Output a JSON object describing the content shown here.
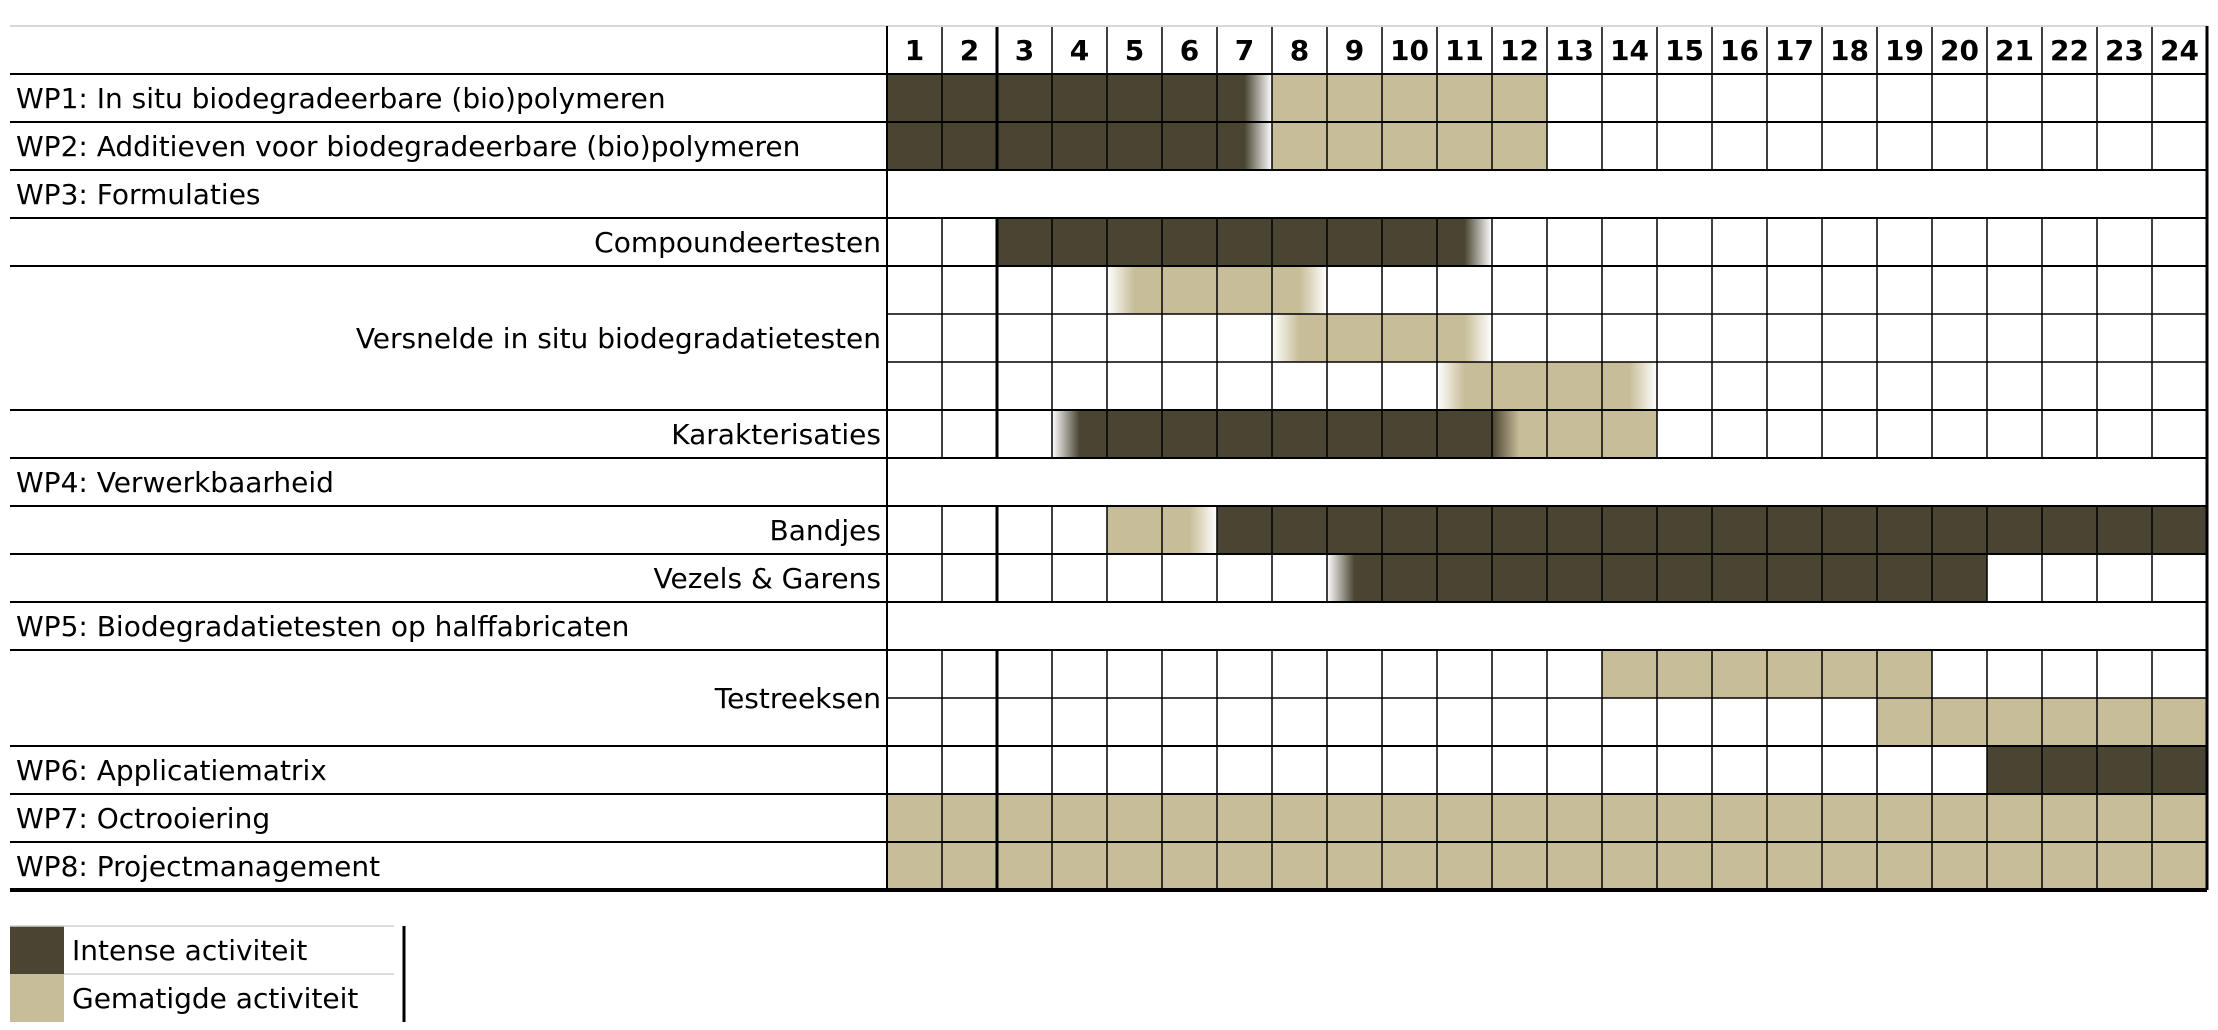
{
  "chart_data": {
    "type": "table",
    "months": [
      "1",
      "2",
      "3",
      "4",
      "5",
      "6",
      "7",
      "8",
      "9",
      "10",
      "11",
      "12",
      "13",
      "14",
      "15",
      "16",
      "17",
      "18",
      "19",
      "20",
      "21",
      "22",
      "23",
      "24"
    ],
    "rows": [
      {
        "label": "WP1: In situ biodegradeerbare (bio)polymeren",
        "align": "left",
        "group": true,
        "bars": [
          {
            "line": 0,
            "start": 1,
            "end": 7,
            "level": "intense",
            "fade_end": true
          },
          {
            "line": 0,
            "start": 8,
            "end": 12,
            "level": "moderate"
          }
        ]
      },
      {
        "label": "WP2: Additieven voor biodegradeerbare (bio)polymeren",
        "align": "left",
        "group": true,
        "bars": [
          {
            "line": 0,
            "start": 1,
            "end": 7,
            "level": "intense",
            "fade_end": true
          },
          {
            "line": 0,
            "start": 8,
            "end": 12,
            "level": "moderate"
          }
        ]
      },
      {
        "label": "WP3: Formulaties",
        "align": "left",
        "group": true,
        "header": true,
        "bars": []
      },
      {
        "label": "Compoundeertesten",
        "align": "right",
        "bars": [
          {
            "line": 0,
            "start": 3,
            "end": 11,
            "level": "intense",
            "fade_end": true
          }
        ]
      },
      {
        "label": "Versnelde in situ biodegradatietesten",
        "align": "right",
        "lines": 3,
        "bars": [
          {
            "line": 0,
            "start": 5,
            "end": 8,
            "level": "moderate",
            "fade_start": true,
            "fade_end": true
          },
          {
            "line": 1,
            "start": 8,
            "end": 11,
            "level": "moderate",
            "fade_start": true,
            "fade_end": true
          },
          {
            "line": 2,
            "start": 11,
            "end": 14,
            "level": "moderate",
            "fade_start": true,
            "fade_end": true
          }
        ]
      },
      {
        "label": "Karakterisaties",
        "align": "right",
        "bars": [
          {
            "line": 0,
            "start": 4,
            "end": 12,
            "level": "intense",
            "fade_start": true
          },
          {
            "line": 0,
            "start": 12,
            "end": 14,
            "level": "moderate",
            "fade_start": true
          }
        ]
      },
      {
        "label": "WP4: Verwerkbaarheid",
        "align": "left",
        "group": true,
        "header": true,
        "bars": []
      },
      {
        "label": "Bandjes",
        "align": "right",
        "bars": [
          {
            "line": 0,
            "start": 5,
            "end": 6,
            "level": "moderate",
            "fade_end": true
          },
          {
            "line": 0,
            "start": 7,
            "end": 24,
            "level": "intense"
          }
        ]
      },
      {
        "label": "Vezels & Garens",
        "align": "right",
        "bars": [
          {
            "line": 0,
            "start": 9,
            "end": 20,
            "level": "intense",
            "fade_start": true
          }
        ]
      },
      {
        "label": "WP5: Biodegradatietesten op halffabricaten",
        "align": "left",
        "group": true,
        "header": true,
        "bars": []
      },
      {
        "label": "Testreeksen",
        "align": "right",
        "lines": 2,
        "bars": [
          {
            "line": 0,
            "start": 14,
            "end": 19,
            "level": "moderate"
          },
          {
            "line": 1,
            "start": 19,
            "end": 24,
            "level": "moderate"
          }
        ]
      },
      {
        "label": "WP6: Applicatiematrix",
        "align": "left",
        "group": true,
        "bars": [
          {
            "line": 0,
            "start": 21,
            "end": 24,
            "level": "intense"
          }
        ]
      },
      {
        "label": "WP7: Octrooiering",
        "align": "left",
        "group": true,
        "bars": [
          {
            "line": 0,
            "start": 1,
            "end": 24,
            "level": "moderate"
          }
        ]
      },
      {
        "label": "WP8: Projectmanagement",
        "align": "left",
        "group": true,
        "bars": [
          {
            "line": 0,
            "start": 1,
            "end": 24,
            "level": "moderate"
          }
        ]
      }
    ],
    "legend": [
      {
        "level": "intense",
        "label": "Intense activiteit"
      },
      {
        "level": "moderate",
        "label": "Gematigde activiteit"
      }
    ],
    "legend_position": "bottom-left",
    "colors": {
      "intense": "#4a4532",
      "moderate": "#c7bd98",
      "grid": "#000000",
      "background": "#ffffff"
    }
  }
}
